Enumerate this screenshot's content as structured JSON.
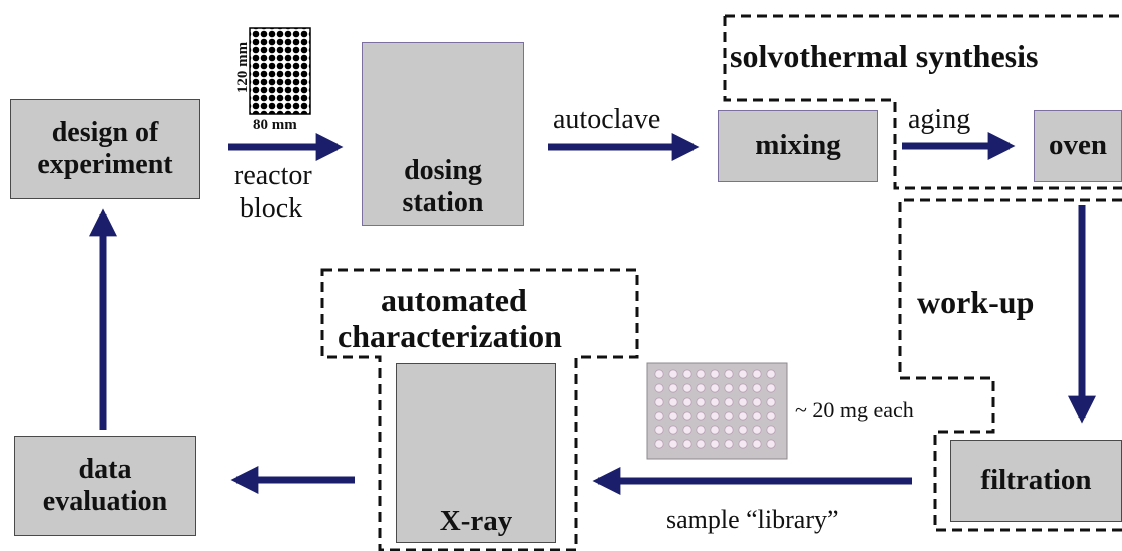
{
  "nodes": {
    "design": "design of experiment",
    "dosing": "dosing station",
    "mixing": "mixing",
    "oven": "oven",
    "filtration": "filtration",
    "xray": "X-ray",
    "data_eval": "data evaluation"
  },
  "groups": {
    "solvothermal": "solvothermal synthesis",
    "workup": "work-up",
    "characterization_line1": "automated",
    "characterization_line2": "characterization"
  },
  "edge_labels": {
    "reactor_block_line1": "reactor",
    "reactor_block_line2": "block",
    "autoclave": "autoclave",
    "aging": "aging",
    "sample_library": "sample “library”",
    "mg_each": "~ 20 mg each"
  },
  "plate_dims": {
    "height": "120 mm",
    "width": "80 mm"
  },
  "colors": {
    "arrow": "#1b1f6b",
    "box_fill": "#c9c9c9"
  }
}
